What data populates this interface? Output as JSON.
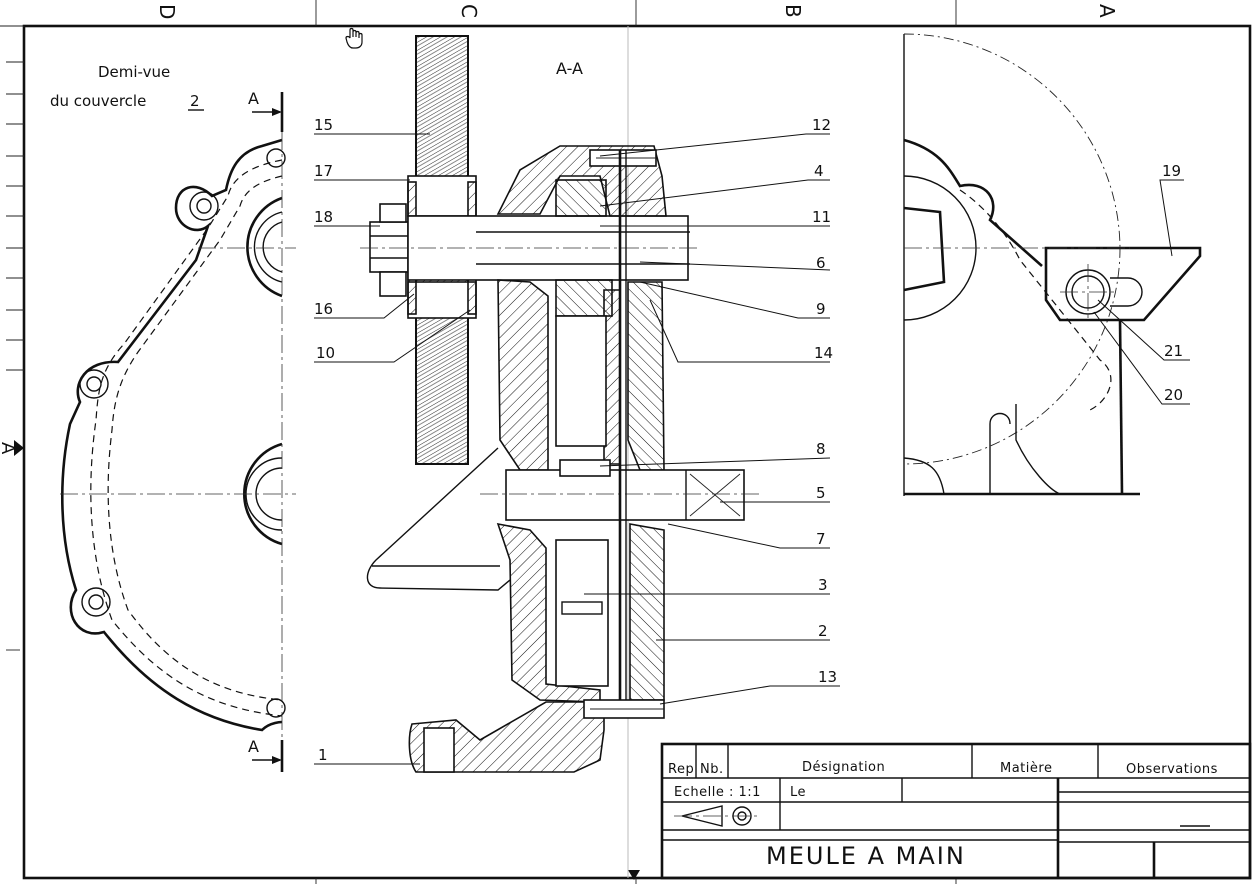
{
  "border": {
    "top_letters": [
      "D",
      "C",
      "B",
      "A"
    ],
    "left_letter": "A"
  },
  "half_view": {
    "title_line1": "Demi-vue",
    "title_line2": "du couvercle",
    "title_num": "2",
    "section_mark_top": "A",
    "section_mark_bottom": "A"
  },
  "section": {
    "title": "A-A"
  },
  "part_labels": [
    "1",
    "2",
    "3",
    "4",
    "5",
    "6",
    "7",
    "8",
    "9",
    "10",
    "11",
    "12",
    "13",
    "14",
    "15",
    "16",
    "17",
    "18",
    "19",
    "20",
    "21"
  ],
  "title_block": {
    "col_rep": "Rep",
    "col_nb": "Nb.",
    "col_designation": "Désignation",
    "col_matiere": "Matière",
    "col_observations": "Observations",
    "echelle": "Echelle : 1:1",
    "le": "Le",
    "drawing_title": "MEULE A MAIN"
  }
}
